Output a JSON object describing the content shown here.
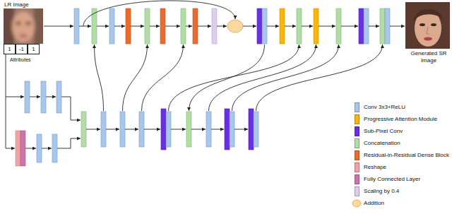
{
  "diagram": {
    "nodes": [
      {
        "text": [
          "LR Image"
        ]
      },
      {
        "text": [
          "1"
        ]
      },
      {
        "text": [
          "-1"
        ]
      },
      {
        "text": [
          "1"
        ]
      },
      {
        "text": [
          "Generated SR Image"
        ]
      }
    ],
    "labels": [
      "Attributes"
    ],
    "legend": [
      {
        "text": "Conv 3x3+ReLU",
        "color": "#a9c7ea"
      },
      {
        "text": "Progressive Attention Module",
        "color": "#f7b512"
      },
      {
        "text": "Sub-Pixel Conv",
        "color": "#6a2fe0"
      },
      {
        "text": "Concatenation",
        "color": "#b3dca9"
      },
      {
        "text": "Residual-in-Residual Dense Block",
        "color": "#ea6c2c"
      },
      {
        "text": "Reshape",
        "color": "#eea3ab"
      },
      {
        "text": "Fully Connected Layer",
        "color": "#cf74a8"
      },
      {
        "text": "Scaling by 0.4",
        "color": "#ddcdee"
      },
      {
        "text": "Addition"
      }
    ]
  }
}
